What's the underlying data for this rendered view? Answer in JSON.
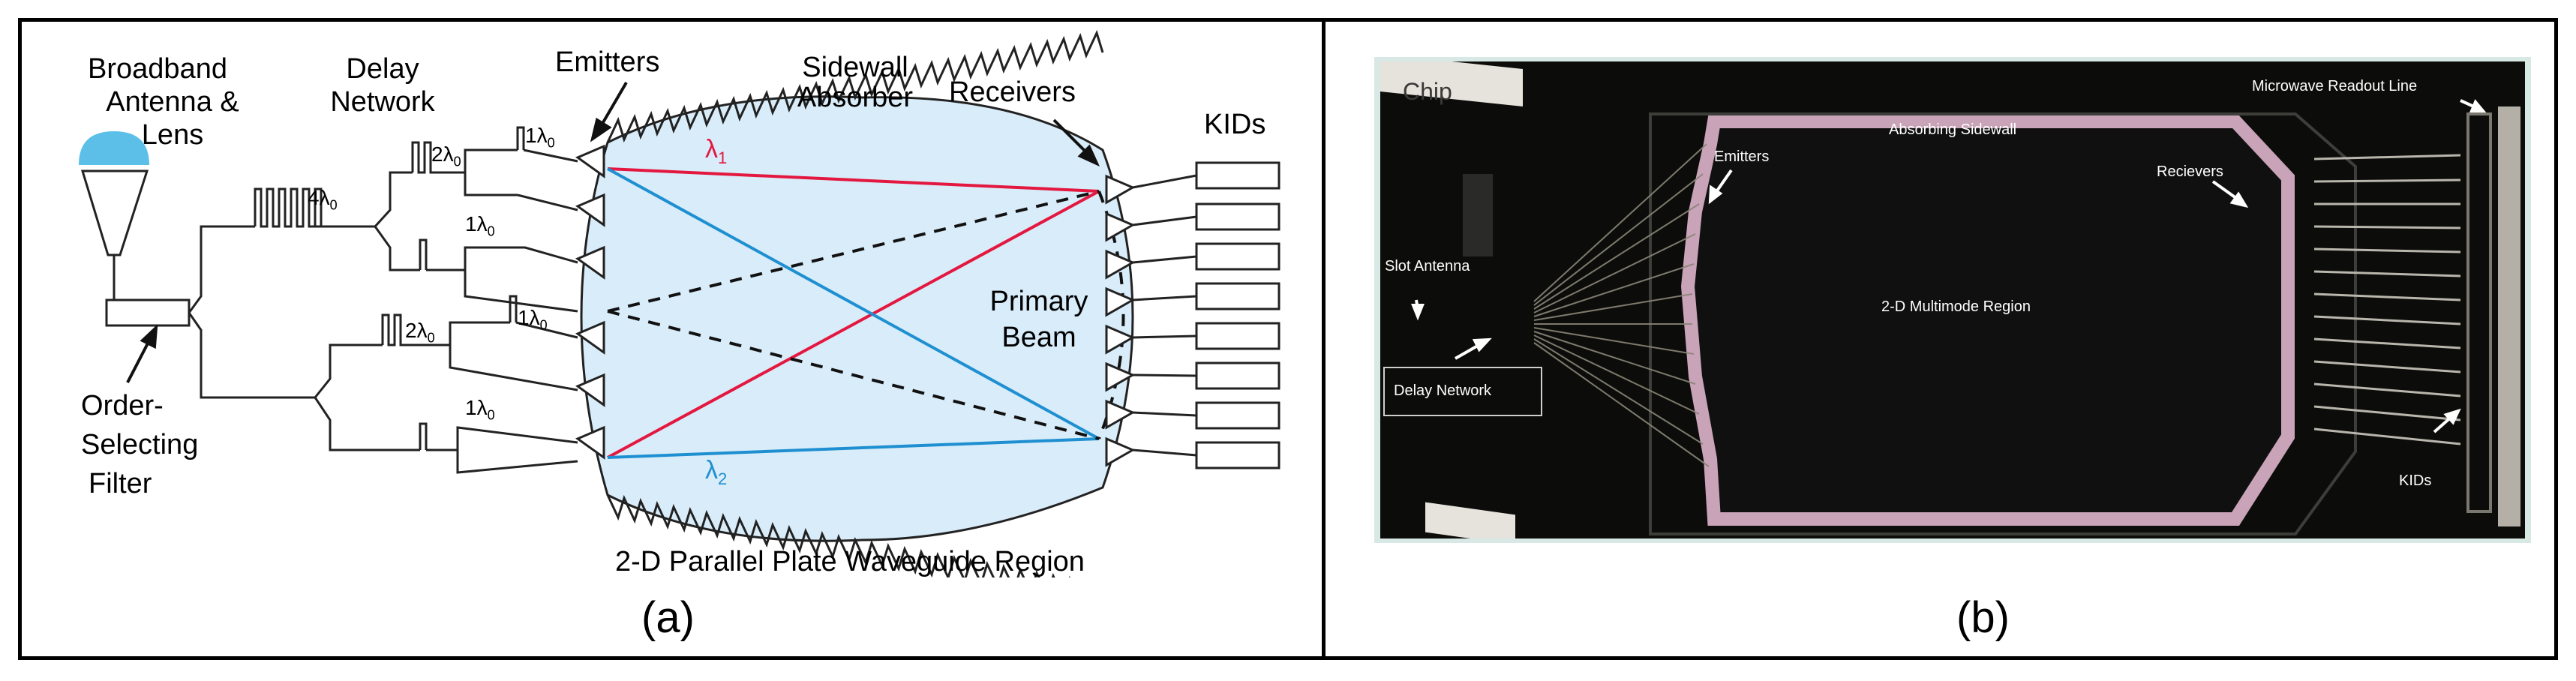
{
  "panel_a": {
    "caption": "(a)",
    "labels": {
      "broadband_line1": "Broadband",
      "broadband_line2": "Antenna & Lens",
      "delay_line1": "Delay",
      "delay_line2": "Network",
      "emitters": "Emitters",
      "sidewall_line1": "Sidewall",
      "sidewall_line2": "Absorber",
      "receivers": "Receivers",
      "kids": "KIDs",
      "order_line1": "Order-",
      "order_line2": "Selecting",
      "order_line3": "Filter",
      "primary_line1": "Primary",
      "primary_line2": "Beam",
      "region": "2-D Parallel Plate Waveguide Region",
      "lambda1": "λ",
      "lambda1_sub": "1",
      "lambda2": "λ",
      "lambda2_sub": "2",
      "delay_4": "4λ",
      "delay_2a": "2λ",
      "delay_1a": "1λ",
      "delay_1b": "1λ",
      "delay_2b": "2λ",
      "delay_1c": "1λ",
      "delay_1d": "1λ",
      "delay_sub": "0"
    },
    "colors": {
      "lens": "#5bbfe8",
      "waveguide": "#d9ecf9",
      "red_ray": "#e3173f",
      "blue_ray": "#1e8fd1"
    }
  },
  "panel_b": {
    "caption": "(b)",
    "labels": {
      "microwave": "Microwave Readout Line",
      "absorbing": "Absorbing Sidewall",
      "emitters": "Emitters",
      "recievers": "Recievers",
      "slot": "Slot Antenna",
      "multimode": "2-D Multimode Region",
      "delay": "Delay Network",
      "kids": "KIDs",
      "chip": "Chip"
    },
    "colors": {
      "background": "#0c0c0a",
      "sidewall": "#c9a3b8",
      "border": "#d8e8e4"
    }
  }
}
